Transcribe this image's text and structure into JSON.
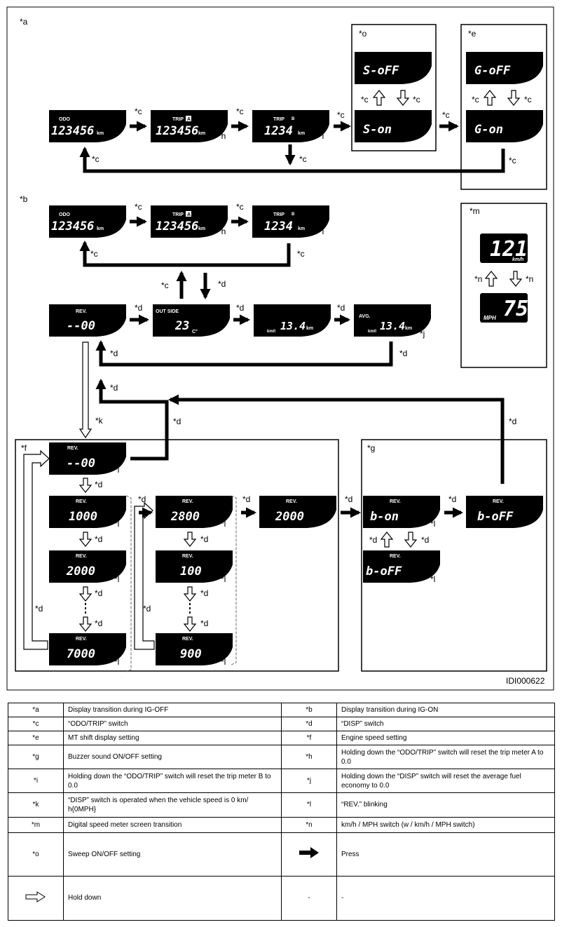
{
  "labels": {
    "a": "*a",
    "b": "*b",
    "c": "*c",
    "d": "*d",
    "e": "*e",
    "f": "*f",
    "g": "*g",
    "h": "*h",
    "i": "*i",
    "j": "*j",
    "k": "*k",
    "l": "*l",
    "m": "*m",
    "n": "*n",
    "o": "*o"
  },
  "displays": {
    "odo_word": "ODO",
    "odo_value": "123456",
    "tripa_word": "TRIP",
    "tripa_badge": "A",
    "tripa_value": "123456",
    "tripb_word": "TRIP",
    "tripb_badge": "B",
    "tripb_value": "1234",
    "unit_km": "km",
    "unit_kml": "km/l",
    "sweep_off": "S-oFF",
    "sweep_on": "S-on",
    "shift_off": "G-oFF",
    "shift_on": "G-on",
    "rev_word": "REV.",
    "rev_value": "--00",
    "outside_word": "OUT SIDE",
    "outside_value": "23",
    "outside_unit": "C°",
    "fuel_value": "13.4",
    "avg_word": "AVG.",
    "avg_value": "13.4",
    "speed_kmh": "121",
    "speed_kmh_unit": "km/h",
    "speed_mph": "75",
    "speed_mph_unit": "MPH",
    "rev_1000": "1000",
    "rev_2000": "2000",
    "rev_7000": "7000",
    "rev_2800": "2800",
    "rev_100": "100",
    "rev_900": "900",
    "rev_2000b": "2000",
    "buzzer_on": "b-on",
    "buzzer_off": "b-oFF"
  },
  "figure_id": "IDI000622",
  "legend": {
    "rows": [
      {
        "k1": "*a",
        "v1": "Display transition during IG-OFF",
        "k2": "*b",
        "v2": "Display transition during IG-ON"
      },
      {
        "k1": "*c",
        "v1": "“ODO/TRIP” switch",
        "k2": "*d",
        "v2": "“DISP” switch"
      },
      {
        "k1": "*e",
        "v1": "MT shift display setting",
        "k2": "*f",
        "v2": "Engine speed setting"
      },
      {
        "k1": "*g",
        "v1": "Buzzer sound ON/OFF setting",
        "k2": "*h",
        "v2": "Holding down the “ODO/TRIP” switch will reset the trip meter A to 0.0"
      },
      {
        "k1": "*i",
        "v1": "Holding down the “ODO/TRIP” switch will reset the trip meter B to 0.0",
        "k2": "*j",
        "v2": "Holding down the “DISP” switch will reset the average fuel economy to 0.0"
      },
      {
        "k1": "*k",
        "v1": "“DISP” switch is operated when the vehicle speed is 0 km/ h{0MPH}",
        "k2": "*l",
        "v2": "“REV.” blinking"
      },
      {
        "k1": "*m",
        "v1": "Digital speed meter screen transition",
        "k2": "*n",
        "v2": "km/h / MPH switch (w / km/h / MPH switch)"
      },
      {
        "k1": "*o",
        "v1": "Sweep ON/OFF setting",
        "k2": "",
        "v2": "Press"
      },
      {
        "k1": "",
        "v1": "Hold down",
        "k2": "-",
        "v2": "-"
      }
    ]
  }
}
